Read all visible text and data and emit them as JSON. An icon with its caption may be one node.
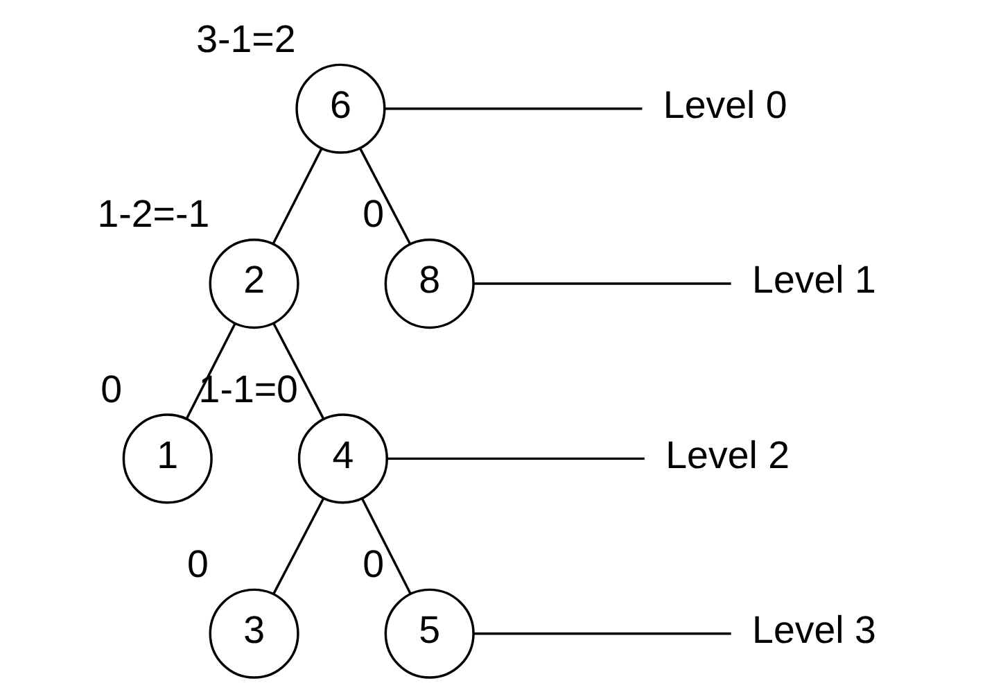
{
  "diagram": {
    "nodes": [
      {
        "text": [
          "6"
        ],
        "beside": [
          "3-1=2"
        ]
      },
      {
        "text": [
          "2"
        ],
        "beside": [
          "1-2=-1"
        ]
      },
      {
        "text": [
          "8"
        ],
        "beside": [
          "0"
        ]
      },
      {
        "text": [
          "1"
        ],
        "beside": [
          "0"
        ]
      },
      {
        "text": [
          "4"
        ],
        "beside": [
          "1-1=0"
        ]
      },
      {
        "text": [
          "3"
        ],
        "beside": [
          "0"
        ]
      },
      {
        "text": [
          "5"
        ],
        "beside": [
          "0"
        ]
      },
      {
        "text": [
          "Level 0"
        ]
      },
      {
        "text": [
          "Level 1"
        ]
      },
      {
        "text": [
          "Level 2"
        ]
      },
      {
        "text": [
          "Level 3"
        ]
      }
    ],
    "edges": [
      {
        "from": 0,
        "to": 1,
        "arrow": "none"
      },
      {
        "from": 0,
        "to": 2,
        "arrow": "none"
      },
      {
        "from": 1,
        "to": 3,
        "arrow": "none"
      },
      {
        "from": 1,
        "to": 4,
        "arrow": "none"
      },
      {
        "from": 4,
        "to": 5,
        "arrow": "none"
      },
      {
        "from": 4,
        "to": 6,
        "arrow": "none"
      },
      {
        "from": 0,
        "to": 7,
        "arrow": "none"
      },
      {
        "from": 2,
        "to": 8,
        "arrow": "none"
      },
      {
        "from": 4,
        "to": 9,
        "arrow": "none"
      },
      {
        "from": 6,
        "to": 10,
        "arrow": "none"
      }
    ]
  }
}
